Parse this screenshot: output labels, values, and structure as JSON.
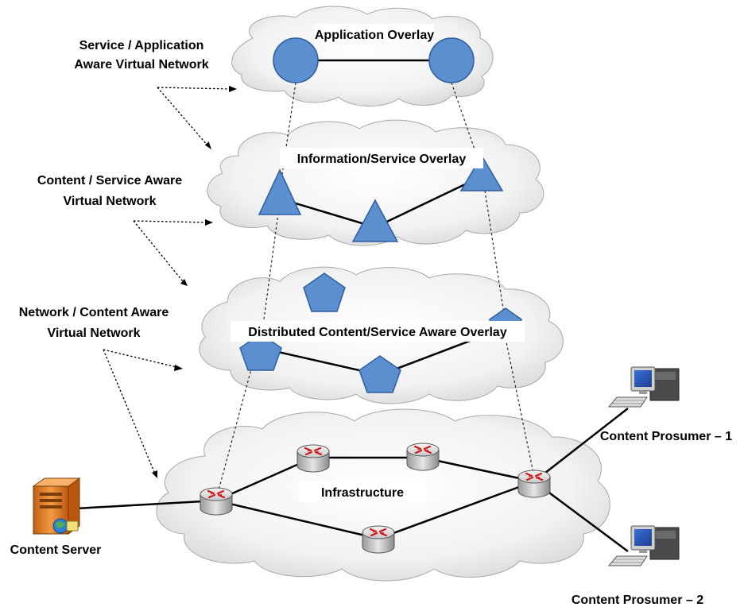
{
  "layers": {
    "application": {
      "side_label": [
        "Service / Application",
        "Aware Virtual Network"
      ],
      "overlay_label": "Application Overlay",
      "node_shape": "circle"
    },
    "information": {
      "side_label": [
        "Content / Service Aware",
        "Virtual Network"
      ],
      "overlay_label": "Information/Service Overlay",
      "node_shape": "triangle"
    },
    "distributed": {
      "side_label": [
        "Network / Content Aware",
        "Virtual Network"
      ],
      "overlay_label": "Distributed Content/Service Aware Overlay",
      "node_shape": "pentagon"
    },
    "infrastructure": {
      "overlay_label": "Infrastructure",
      "node_shape": "router-icon"
    }
  },
  "devices": {
    "server": {
      "label": "Content Server",
      "icon": "server-icon"
    },
    "prosumer_1": {
      "label": "Content Prosumer – 1",
      "icon": "computer-icon"
    },
    "prosumer_2": {
      "label": "Content Prosumer – 2",
      "icon": "computer-icon"
    }
  },
  "colors": {
    "node_fill": "#5b8fd0",
    "node_stroke": "#2e5f9e",
    "cloud_light": "#ffffff",
    "cloud_dark": "#d9d9d9",
    "server_body": "#e8822a"
  }
}
